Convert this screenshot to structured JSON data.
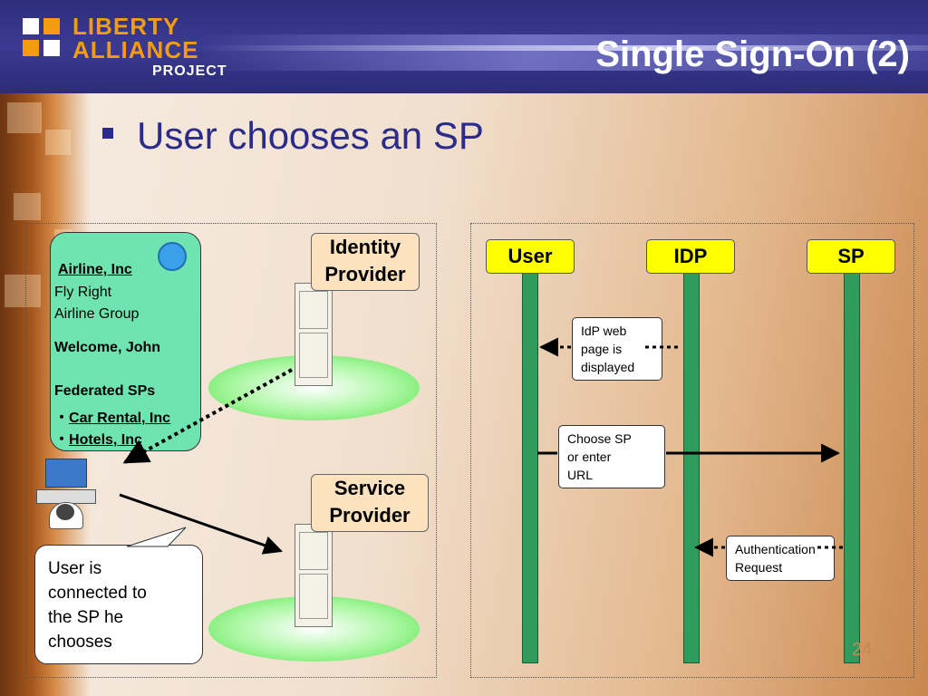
{
  "logo": {
    "line1": "LIBERTY",
    "line2": "ALLIANCE",
    "line3": "PROJECT"
  },
  "title": "Single Sign-On (2)",
  "bullet": "User chooses an SP",
  "left_diagram": {
    "identity_provider": {
      "line1": "Identity",
      "line2": "Provider"
    },
    "service_provider": {
      "line1": "Service",
      "line2": "Provider"
    },
    "site_card": {
      "link": "Airline, Inc",
      "line1": "Fly Right",
      "line2": "Airline Group",
      "welcome": "Welcome, John",
      "federated_heading": "Federated SPs",
      "sp1": "Car Rental, Inc",
      "sp2": "Hotels, Inc",
      "bullet_char": "・"
    },
    "callout": [
      "User is",
      "connected to",
      "the SP he",
      "chooses"
    ]
  },
  "sequence": {
    "lanes": [
      "User",
      "IDP",
      "SP"
    ],
    "notes": {
      "idp_page": [
        "IdP web",
        "page is",
        "displayed"
      ],
      "choose_sp": [
        "Choose SP",
        "or enter",
        "URL"
      ],
      "auth_request": [
        "Authentication",
        "Request"
      ]
    }
  },
  "page_number": "24",
  "colors": {
    "header": "#2e2e7d",
    "bullet": "#2b2b8a",
    "lane": "#2f9b5c",
    "lane_head": "#ffff00",
    "card": "#6fe4b0",
    "box": "#fde2c0"
  }
}
